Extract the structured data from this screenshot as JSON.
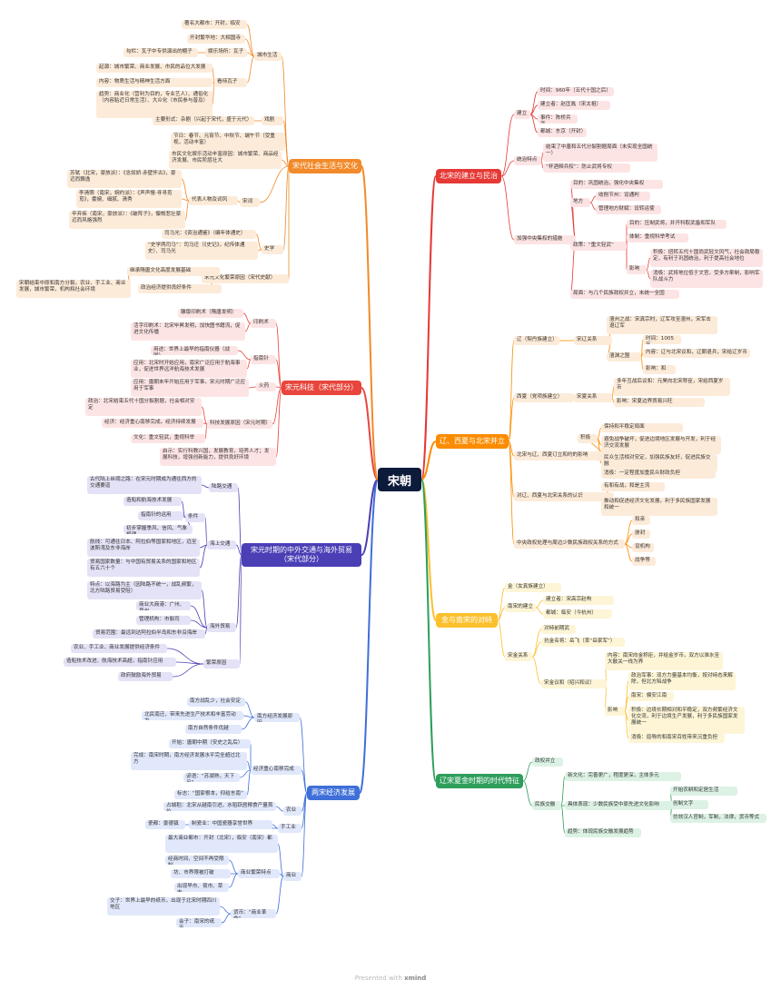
{
  "footer": {
    "prefix": "Presented with ",
    "brand": "xmind"
  },
  "root": {
    "label": "宋朝"
  },
  "branches": [
    {
      "id": "b1",
      "label": "北宋的建立与民治",
      "color": "#e53935",
      "fill": "#fde4e4"
    },
    {
      "id": "b2",
      "label": "辽、西夏与北宋并立",
      "color": "#fb8c00",
      "fill": "#fdebd9"
    },
    {
      "id": "b3",
      "label": "金与南宋的对峙",
      "color": "#fbc02d",
      "fill": "#fdf5d6"
    },
    {
      "id": "b4",
      "label": "辽宋夏金时期的时代特征",
      "color": "#2e9e5b",
      "fill": "#dcf2e4"
    },
    {
      "id": "b5",
      "label": "两宋经济发展",
      "color": "#3f6fd8",
      "fill": "#e1e8fb"
    },
    {
      "id": "b6",
      "label": "宋元时期的中外交通与海外贸易（宋代部分）",
      "color": "#4a3fb5",
      "fill": "#e4e2f6"
    },
    {
      "id": "b7",
      "label": "宋元科技（宋代部分）",
      "color": "#e8453c",
      "fill": "#fde4e4"
    },
    {
      "id": "b8",
      "label": "宋代社会生活与文化",
      "color": "#f18a2a",
      "fill": "#fdebd9"
    }
  ],
  "nodes": [
    {
      "b": "b1",
      "t": "建立"
    },
    {
      "b": "b1",
      "t": "时间：960年（五代十国之后）"
    },
    {
      "b": "b1",
      "t": "建立者：赵匡胤（宋太祖）"
    },
    {
      "b": "b1",
      "t": "事件：陈桥兵变"
    },
    {
      "b": "b1",
      "t": "都城：东京（开封）"
    },
    {
      "b": "b1",
      "t": "统治特点"
    },
    {
      "b": "b1",
      "t": "结束了中唐和五代分裂割据局面（未实现全国统一）"
    },
    {
      "b": "b1",
      "t": "“杯酒释兵权”：防止武将专权"
    },
    {
      "b": "b1",
      "t": "加强中央集权的措施"
    },
    {
      "b": "b1",
      "t": "目的：巩固统治，强化中央集权"
    },
    {
      "b": "b1",
      "t": "地方"
    },
    {
      "b": "b1",
      "t": "收削节州：设通判"
    },
    {
      "b": "b1",
      "t": "管理地方财赋：设转运使"
    },
    {
      "b": "b1",
      "t": "政策：“重文轻武”"
    },
    {
      "b": "b1",
      "t": "目的：压制武将，并开科取武备和军队"
    },
    {
      "b": "b1",
      "t": "体制：重视科举考试"
    },
    {
      "b": "b1",
      "t": "影响"
    },
    {
      "b": "b1",
      "t": "积极：扭转五代十国尚武轻文风气，社会政局稳定，有利于巩固统治，利于提高社会地位"
    },
    {
      "b": "b1",
      "t": "消极：武将地位低于文官，受多方牵制，影响军队战斗力"
    },
    {
      "b": "b1",
      "t": "局面：与几个民族政权并立，未统一全国"
    },
    {
      "b": "b2",
      "t": "辽（契丹族建立）"
    },
    {
      "b": "b2",
      "t": "宋辽关系"
    },
    {
      "b": "b2",
      "t": "澶州之战：宋真宗时，辽军攻至澶州，宋军击退辽军"
    },
    {
      "b": "b2",
      "t": "澶渊之盟"
    },
    {
      "b": "b2",
      "t": "时间：1005年"
    },
    {
      "b": "b2",
      "t": "内容：辽与北宋议和，辽朝退兵，宋给辽岁币"
    },
    {
      "b": "b2",
      "t": "影响：和"
    },
    {
      "b": "b2",
      "t": "西夏（党项族建立）"
    },
    {
      "b": "b2",
      "t": "宋夏关系"
    },
    {
      "b": "b2",
      "t": "多年互战后议和：元昊向北宋称臣，宋给西夏岁币"
    },
    {
      "b": "b2",
      "t": "影响：宋夏边界贸易兴旺"
    },
    {
      "b": "b2",
      "t": "北宋与辽、西夏订立和约的影响"
    },
    {
      "b": "b2",
      "t": "积极"
    },
    {
      "b": "b2",
      "t": "保持和平稳定局面"
    },
    {
      "b": "b2",
      "t": "避免战争破坏，促进边境地区发展与开发，利于经济交流发展"
    },
    {
      "b": "b2",
      "t": "民众生活相对安定，加强民族友好，促进民族交融"
    },
    {
      "b": "b2",
      "t": "消极：一定程度加重民众财政负担"
    },
    {
      "b": "b2",
      "t": "对辽、西夏与北宋关系的认识"
    },
    {
      "b": "b2",
      "t": "有和有战，和是主流"
    },
    {
      "b": "b2",
      "t": "推动和促进经济文化发展，利于多民族国家发展和统一"
    },
    {
      "b": "b2",
      "t": "中央政权处理与周边少数民族政权关系的方式"
    },
    {
      "b": "b2",
      "t": "和亲"
    },
    {
      "b": "b2",
      "t": "册封"
    },
    {
      "b": "b2",
      "t": "设机构"
    },
    {
      "b": "b2",
      "t": "战争等"
    },
    {
      "b": "b3",
      "t": "金（女真族建立）"
    },
    {
      "b": "b3",
      "t": "南宋的建立"
    },
    {
      "b": "b3",
      "t": "建立者：宋高宗赵构"
    },
    {
      "b": "b3",
      "t": "都城：临安（今杭州）"
    },
    {
      "b": "b3",
      "t": "宋金关系"
    },
    {
      "b": "b3",
      "t": "对峙前期武"
    },
    {
      "b": "b3",
      "t": "抗金名将：岳飞（率“岳家军”）"
    },
    {
      "b": "b3",
      "t": "宋金议和（绍兴和议）"
    },
    {
      "b": "b3",
      "t": "内容：南宋向金称臣，并给金岁币，双方以淮水至大散关一线为界"
    },
    {
      "b": "b3",
      "t": "影响"
    },
    {
      "b": "b3",
      "t": "政治军事：双方力量基本均衡，按对峙态来解除，但北方陷战争"
    },
    {
      "b": "b3",
      "t": "南宋：偏安江南"
    },
    {
      "b": "b3",
      "t": "积极：边境长期相对和平稳定，双方频繁经济文化交流，利于边境生产发展，利于多民族国家发展统一"
    },
    {
      "b": "b3",
      "t": "消极：屈辱的和南宋百姓带来沉重负担"
    },
    {
      "b": "b4",
      "t": "政权并立"
    },
    {
      "b": "b4",
      "t": "民族交融"
    },
    {
      "b": "b4",
      "t": "新文化：完善更广，程度更深，主体多元"
    },
    {
      "b": "b4",
      "t": "具体表现：少数民族受中原先进文化影响"
    },
    {
      "b": "b4",
      "t": "开始农耕和定居生活"
    },
    {
      "b": "b4",
      "t": "创制文字"
    },
    {
      "b": "b4",
      "t": "仿效汉人官制，军制，法律，货币等式"
    },
    {
      "b": "b4",
      "t": "趋势：体现民族交融发展趋势"
    },
    {
      "b": "b5",
      "t": "南方经济发展原因"
    },
    {
      "b": "b5",
      "t": "南方战乱少，社会安定"
    },
    {
      "b": "b5",
      "t": "北民南迁，带来先进生产技术和丰富劳动力"
    },
    {
      "b": "b5",
      "t": "南方自然条件优越"
    },
    {
      "b": "b5",
      "t": "经济重心南移完成"
    },
    {
      "b": "b5",
      "t": "开始：唐朝中期（安史之乱后）"
    },
    {
      "b": "b5",
      "t": "完成：南宋时期，南方经济发展水平完全超过北方"
    },
    {
      "b": "b5",
      "t": "谚语：“苏湖熟，天下足”"
    },
    {
      "b": "b5",
      "t": "标志：“国家根本，仰给东南”"
    },
    {
      "b": "b5",
      "t": "农业"
    },
    {
      "b": "b5",
      "t": "占城稻：北宋从越南引进，水稻跃居粮食产量首位"
    },
    {
      "b": "b5",
      "t": "手工业"
    },
    {
      "b": "b5",
      "t": "瓷都：景德镇"
    },
    {
      "b": "b5",
      "t": "制瓷业：中国瓷器享誉世界"
    },
    {
      "b": "b5",
      "t": "商业"
    },
    {
      "b": "b5",
      "t": "最大商业都市：开封（北宋），临安（南宋）都"
    },
    {
      "b": "b5",
      "t": "商业繁荣特点"
    },
    {
      "b": "b5",
      "t": "经商时间、空间不再受限制"
    },
    {
      "b": "b5",
      "t": "坊、市界限被打破"
    },
    {
      "b": "b5",
      "t": "出现早市、夜市、草市"
    },
    {
      "b": "b5",
      "t": "货币：“商业革命”"
    },
    {
      "b": "b5",
      "t": "交子：世界上最早的纸币，出现于北宋时期四川地区"
    },
    {
      "b": "b5",
      "t": "会子：南宋的纸币"
    },
    {
      "b": "b6",
      "t": "陆路交通"
    },
    {
      "b": "b6",
      "t": "古代陆上丝绸之路：在宋元时期成为通往西方的交通要道"
    },
    {
      "b": "b6",
      "t": "海上交通"
    },
    {
      "b": "b6",
      "t": "条件"
    },
    {
      "b": "b6",
      "t": "造船和航海技术发展"
    },
    {
      "b": "b6",
      "t": "指南针的运用"
    },
    {
      "b": "b6",
      "t": "初步掌握季风、信风、气象规律"
    },
    {
      "b": "b6",
      "t": "航线：可通往日本、阿拉伯等国家和地区，远至波斯湾及东非海岸"
    },
    {
      "b": "b6",
      "t": "贸易国家数量：与中国有贸易关系的国家和地区有五六十个"
    },
    {
      "b": "b6",
      "t": "海外贸易"
    },
    {
      "b": "b6",
      "t": "特点：以海路为主（因陆路不统一，战乱频繁，北方陆路贸易受阻）"
    },
    {
      "b": "b6",
      "t": "商业大商港：广州、泉州"
    },
    {
      "b": "b6",
      "t": "管理机构：市舶司"
    },
    {
      "b": "b6",
      "t": "贸易范围：最远到达阿拉伯半岛和东非沿海岸"
    },
    {
      "b": "b6",
      "t": "繁荣原因"
    },
    {
      "b": "b6",
      "t": "农业、手工业、商业发展提供经济条件"
    },
    {
      "b": "b6",
      "t": "造船技术改进、航海技术高超，指南针应用"
    },
    {
      "b": "b6",
      "t": "政府鼓励海外贸易"
    },
    {
      "b": "b7",
      "t": "印刷术"
    },
    {
      "b": "b7",
      "t": "雕版印刷术（隋唐发明）"
    },
    {
      "b": "b7",
      "t": "活字印刷术：北宋毕昇发明，加快图书籍流，促进文化传播"
    },
    {
      "b": "b7",
      "t": "指南针"
    },
    {
      "b": "b7",
      "t": "用途：世界上最早的指南仪器（战国）"
    },
    {
      "b": "b7",
      "t": "应用：北宋时开始应用，南宋广泛应用于航海事业，促进世界远洋航海技术发展"
    },
    {
      "b": "b7",
      "t": "火药"
    },
    {
      "b": "b7",
      "t": "应用：唐朝末年开始应用于军事，宋元时期广泛应用于军事"
    },
    {
      "b": "b7",
      "t": "科技发展原因（宋元时期）"
    },
    {
      "b": "b7",
      "t": "政治：北宋结束五代十国分裂割据，社会相对安定"
    },
    {
      "b": "b7",
      "t": "经济：经济重心南移完成，经济持续发展"
    },
    {
      "b": "b7",
      "t": "文化：重文轻武，重视科举"
    },
    {
      "b": "b7",
      "t": "启示：实行科教兴国，发展教育，培养人才；发展科技，增强创新能力，提供良好环境"
    },
    {
      "b": "b8",
      "t": "城市生活"
    },
    {
      "b": "b8",
      "t": "著名大都市：开封，临安"
    },
    {
      "b": "b8",
      "t": "开封繁华地：大相国寺"
    },
    {
      "b": "b8",
      "t": "娱乐场所：瓦子"
    },
    {
      "b": "b8",
      "t": "勾栏：瓦子中专供演出的棚子"
    },
    {
      "b": "b8",
      "t": "看待瓦子"
    },
    {
      "b": "b8",
      "t": "起源：城市繁荣、商业发展、市民的品位大发展"
    },
    {
      "b": "b8",
      "t": "内容：物质生活与精神生活方面"
    },
    {
      "b": "b8",
      "t": "趋势：商业化（营利为目的，专业艺人）、通俗化（内容贴近日常生活）、大众化（市民参与普及）"
    },
    {
      "b": "b8",
      "t": "戏剧"
    },
    {
      "b": "b8",
      "t": "主要形式：杂剧（兴起于宋代，盛于元代）"
    },
    {
      "b": "b8",
      "t": "节日"
    },
    {
      "b": "b8",
      "t": "节日：春节、元宵节、中秋节、端午节（受重视，活动丰富）"
    },
    {
      "b": "b8",
      "t": "市民文化娱乐活动丰富原因：城市繁荣、商品经济发展、市民阶层壮大"
    },
    {
      "b": "b8",
      "t": "宋词"
    },
    {
      "b": "b8",
      "t": "代表人物及词风"
    },
    {
      "b": "b8",
      "t": "苏轼（北宋，豪放派）：《念奴娇·赤壁怀古》，豪迈而飘逸"
    },
    {
      "b": "b8",
      "t": "李清照（南宋，婉约派）：《声声慢·寻寻觅觅》，委婉、细腻、清秀"
    },
    {
      "b": "b8",
      "t": "辛弃疾（南宋，豪放派）：《破阵子》，慷慨悲壮豪迈而风格强烈"
    },
    {
      "b": "b8",
      "t": "文学"
    },
    {
      "b": "b8",
      "t": "史学"
    },
    {
      "b": "b8",
      "t": "司马光：《资治通鉴》（编年体通史）"
    },
    {
      "b": "b8",
      "t": "“史学两司马”：司马迁（《史记》，纪传体通史）、司马光"
    },
    {
      "b": "b8",
      "t": "宋元文化繁荣原因（宋代史献）"
    },
    {
      "b": "b8",
      "t": "继承隋唐文化高度发展基础"
    },
    {
      "b": "b8",
      "t": "政治经济提供良好条件"
    },
    {
      "b": "b8",
      "t": "宋朝结束中原和南方分裂，农业、手工业、商业发展，城市繁荣，机构和社会环境"
    }
  ]
}
